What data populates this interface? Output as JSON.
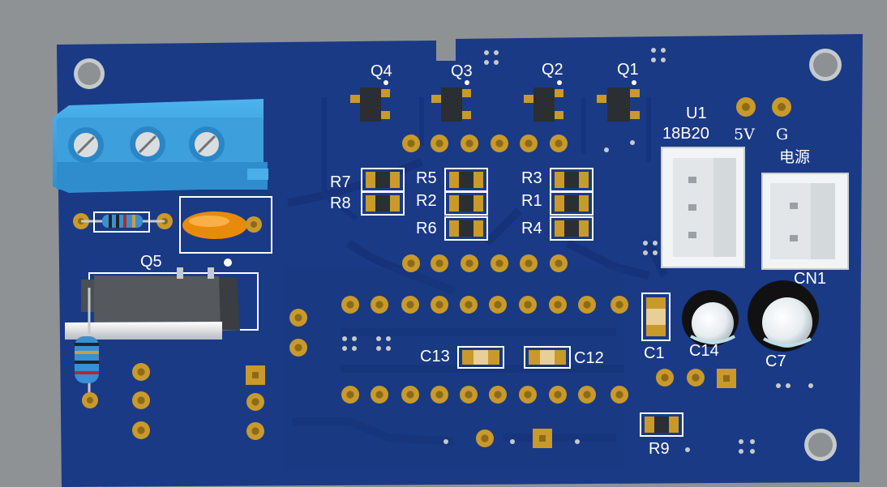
{
  "board": {
    "colors": {
      "background": "#8f9294",
      "substrate": "#1a3a86",
      "substrate_dark": "#142f70",
      "silkscreen": "#ffffff",
      "pad_gold": "#c99a2a",
      "terminal_blue": "#3fa7e3"
    }
  },
  "labels": {
    "q4": "Q4",
    "q3": "Q3",
    "q2": "Q2",
    "q1": "Q1",
    "u1": "U1",
    "sensor": "18B20",
    "v5": "5V",
    "g": "G",
    "power": "电源",
    "r7": "R7",
    "r8": "R8",
    "r5": "R5",
    "r2": "R2",
    "r6": "R6",
    "r3": "R3",
    "r1": "R1",
    "r4": "R4",
    "q5": "Q5",
    "cn1": "CN1",
    "c1": "C1",
    "c14": "C14",
    "c7": "C7",
    "c13": "C13",
    "c12": "C12",
    "r9": "R9"
  }
}
